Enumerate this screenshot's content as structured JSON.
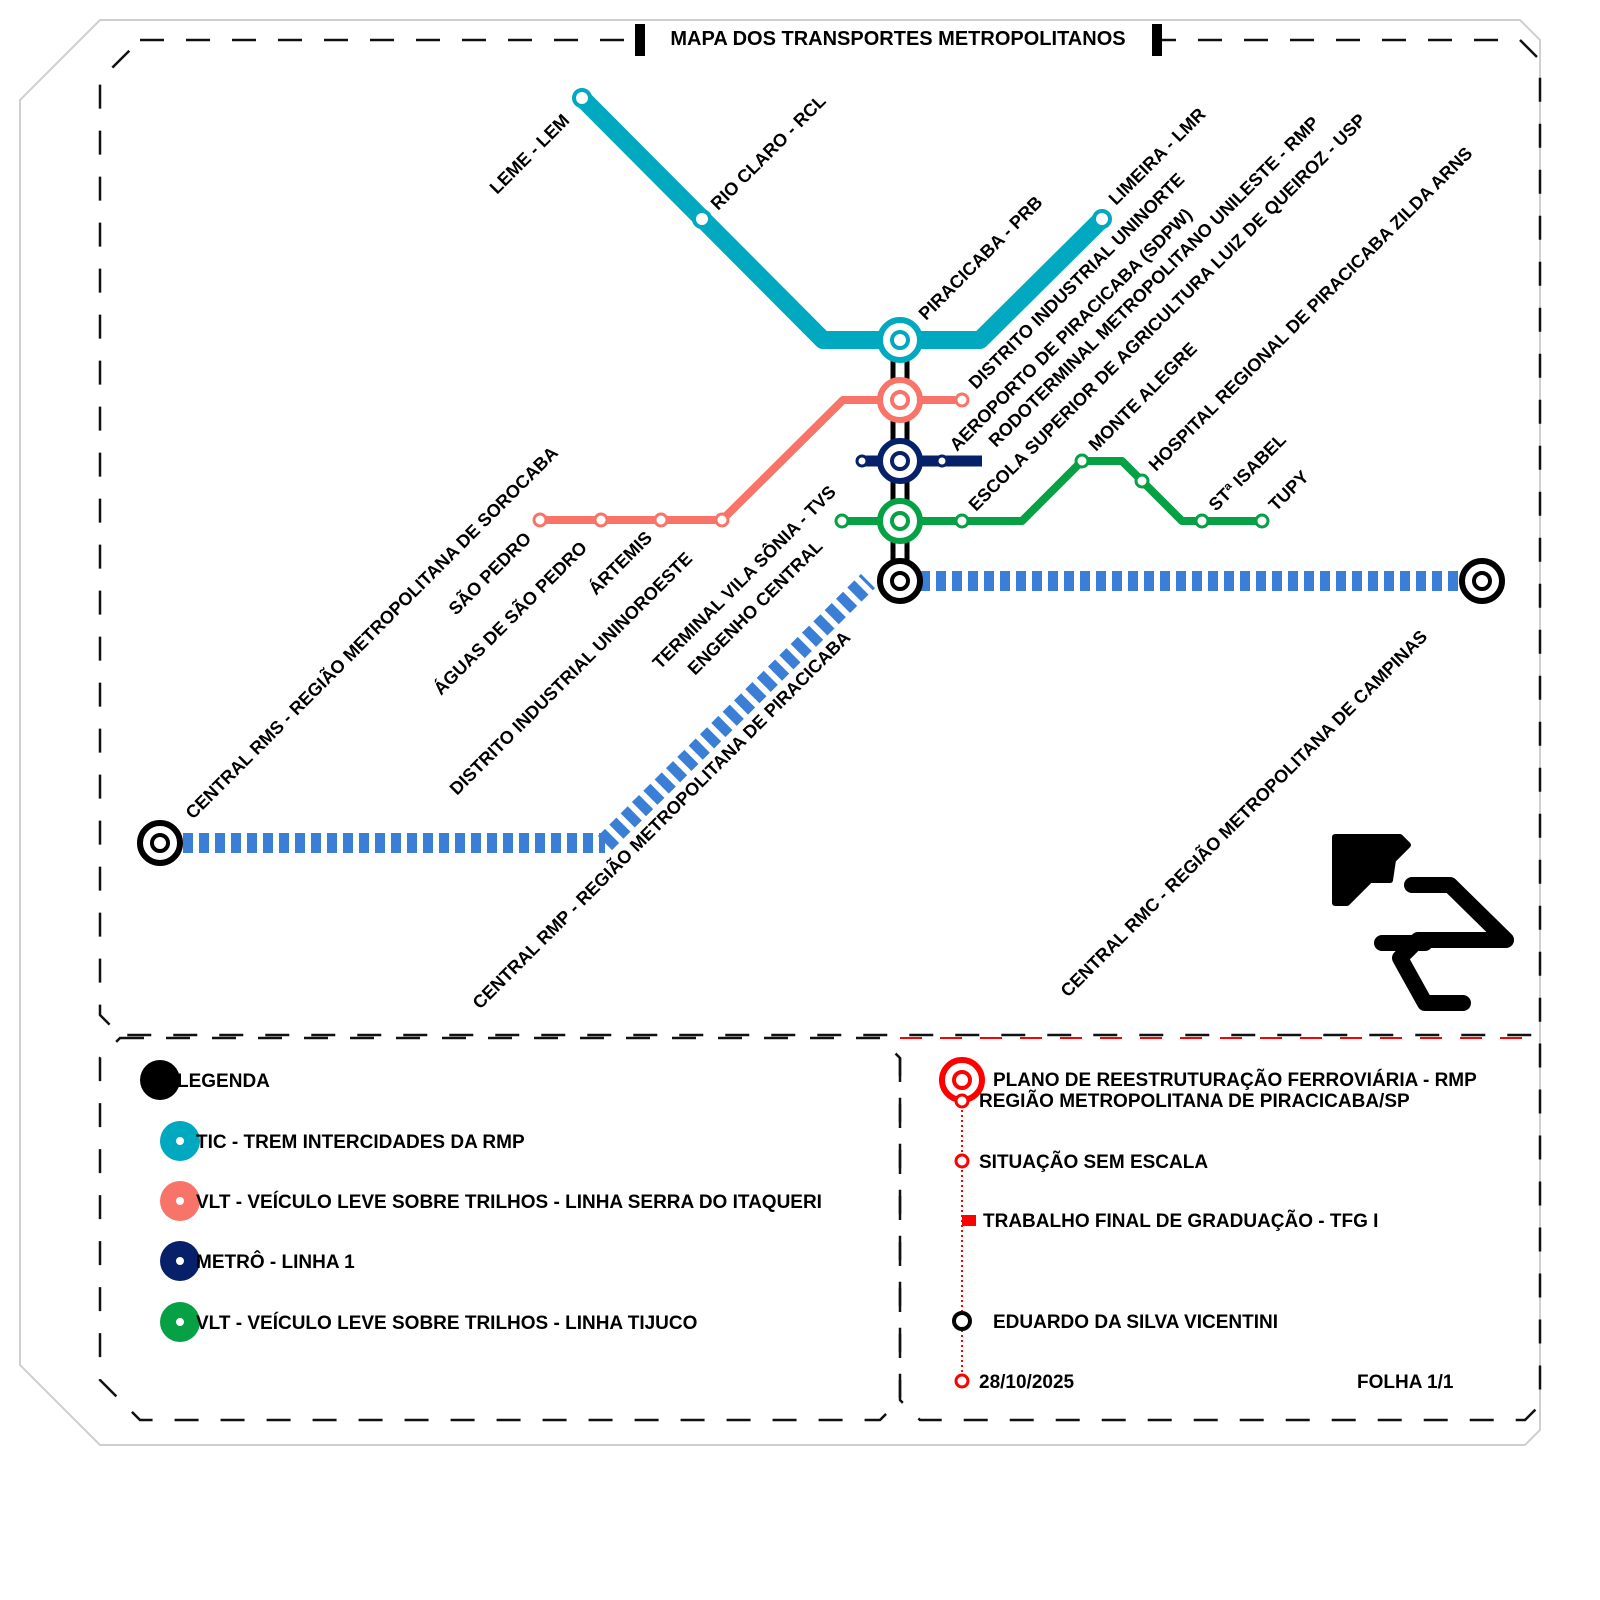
{
  "title": "MAPA DOS TRANSPORTES METROPOLITANOS",
  "colors": {
    "tic": "#00a8c0",
    "vlt_serra": "#f87468",
    "metro": "#06206a",
    "vlt_tijuco": "#06a045",
    "regional": "#3a7fd5",
    "hub": "#000000",
    "accent": "#ff0000"
  },
  "stations": {
    "leme": "LEME - LEM",
    "rio_claro": "RIO CLARO - RCL",
    "piracicaba": "PIRACICABA - PRB",
    "limeira": "LIMEIRA - LMR",
    "distrito_uninorte": "DISTRITO INDUSTRIAL UNINORTE",
    "aeroporto": "AEROPORTO DE PIRACICABA (SDPW)",
    "rodoterminal": "RODOTERMINAL METROPOLITANO UNILESTE - RMP",
    "esalq": "ESCOLA SUPERIOR DE AGRICULTURA LUIZ DE QUEIROZ - USP",
    "monte_alegre": "MONTE ALEGRE",
    "hospital": "HOSPITAL REGIONAL DE PIRACICABA ZILDA ARNS",
    "sta_isabel": "STª ISABEL",
    "tupy": "TUPY",
    "sao_pedro": "SÃO PEDRO",
    "aguas": "ÁGUAS DE SÃO PEDRO",
    "artemis": "ÁRTEMIS",
    "distrito_uninoroeste": "DISTRITO INDUSTRIAL UNINOROESTE",
    "tvs": "TERMINAL VILA SÔNIA - TVS",
    "engenho": "ENGENHO CENTRAL",
    "central_rms": "CENTRAL RMS - REGIÃO METROPOLITANA DE SOROCABA",
    "central_rmp": "CENTRAL RMP - REGIÃO METROPOLITANA DE PIRACICABA",
    "central_rmc": "CENTRAL RMC - REGIÃO METROPOLITANA DE CAMPINAS"
  },
  "legend": {
    "title": "LEGENDA",
    "items": [
      {
        "label": "TIC - TREM INTERCIDADES DA RMP"
      },
      {
        "label": "VLT - VEÍCULO LEVE SOBRE TRILHOS - LINHA SERRA DO ITAQUERI"
      },
      {
        "label": "METRÔ - LINHA 1"
      },
      {
        "label": "VLT - VEÍCULO LEVE SOBRE TRILHOS - LINHA TIJUCO"
      }
    ]
  },
  "info": {
    "project_line1": "PLANO DE REESTRUTURAÇÃO FERROVIÁRIA - RMP",
    "project_line2": "REGIÃO METROPOLITANA DE PIRACICABA/SP",
    "scale_note": "SITUAÇÃO SEM ESCALA",
    "work": "TRABALHO FINAL DE GRADUAÇÃO - TFG I",
    "author": "EDUARDO DA SILVA VICENTINI",
    "date": "28/10/2025",
    "sheet": "FOLHA 1/1"
  }
}
